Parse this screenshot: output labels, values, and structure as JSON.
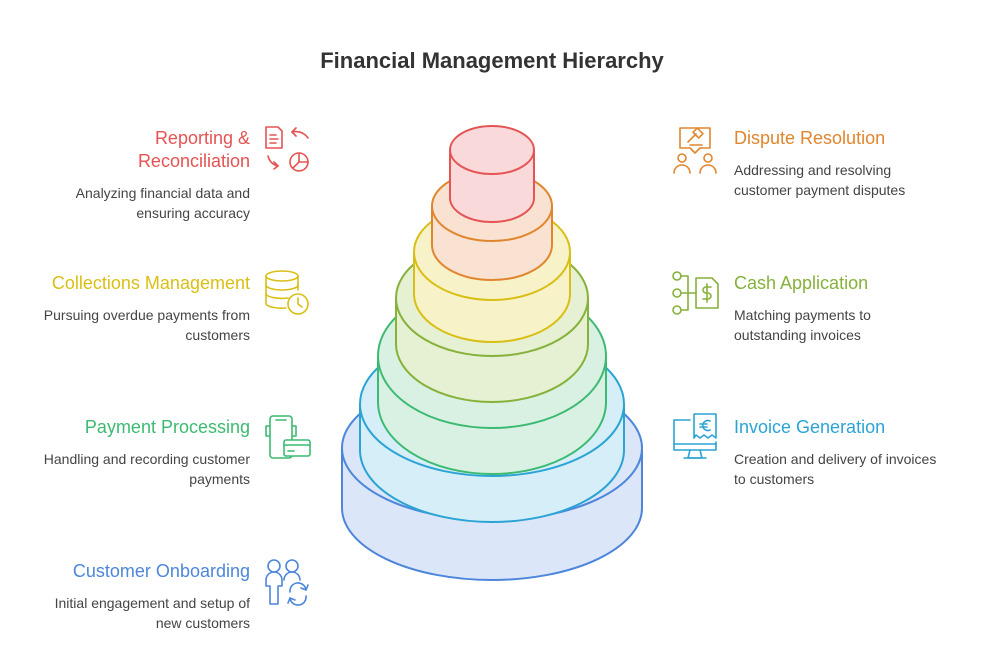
{
  "title": "Financial Management Hierarchy",
  "colors": {
    "reporting": "#e55353",
    "dispute": "#e0862e",
    "collections": "#d9bf15",
    "cash": "#86b13a",
    "payment": "#3cba72",
    "invoice": "#2ba4d4",
    "onboarding": "#4d86db"
  },
  "left_items": [
    {
      "title_line1": "Reporting &",
      "title_line2": "Reconciliation",
      "desc_line1": "Analyzing financial data and",
      "desc_line2": "ensuring accuracy",
      "icon": "report-chart-icon"
    },
    {
      "title_line1": "Collections Management",
      "desc_line1": "Pursuing overdue payments from",
      "desc_line2": "customers",
      "icon": "coins-clock-icon"
    },
    {
      "title_line1": "Payment Processing",
      "desc_line1": "Handling and recording customer",
      "desc_line2": "payments",
      "icon": "payment-terminal-icon"
    },
    {
      "title_line1": "Customer Onboarding",
      "desc_line1": "Initial engagement and setup of",
      "desc_line2": "new customers",
      "icon": "users-sync-icon"
    }
  ],
  "right_items": [
    {
      "title_line1": "Dispute Resolution",
      "desc_line1": "Addressing and resolving",
      "desc_line2": "customer payment disputes",
      "icon": "dispute-gavel-icon"
    },
    {
      "title_line1": "Cash Application",
      "desc_line1": "Matching payments to",
      "desc_line2": "outstanding invoices",
      "icon": "cash-flow-icon"
    },
    {
      "title_line1": "Invoice Generation",
      "desc_line1": "Creation and delivery of invoices",
      "desc_line2": "to customers",
      "icon": "invoice-monitor-icon"
    }
  ]
}
